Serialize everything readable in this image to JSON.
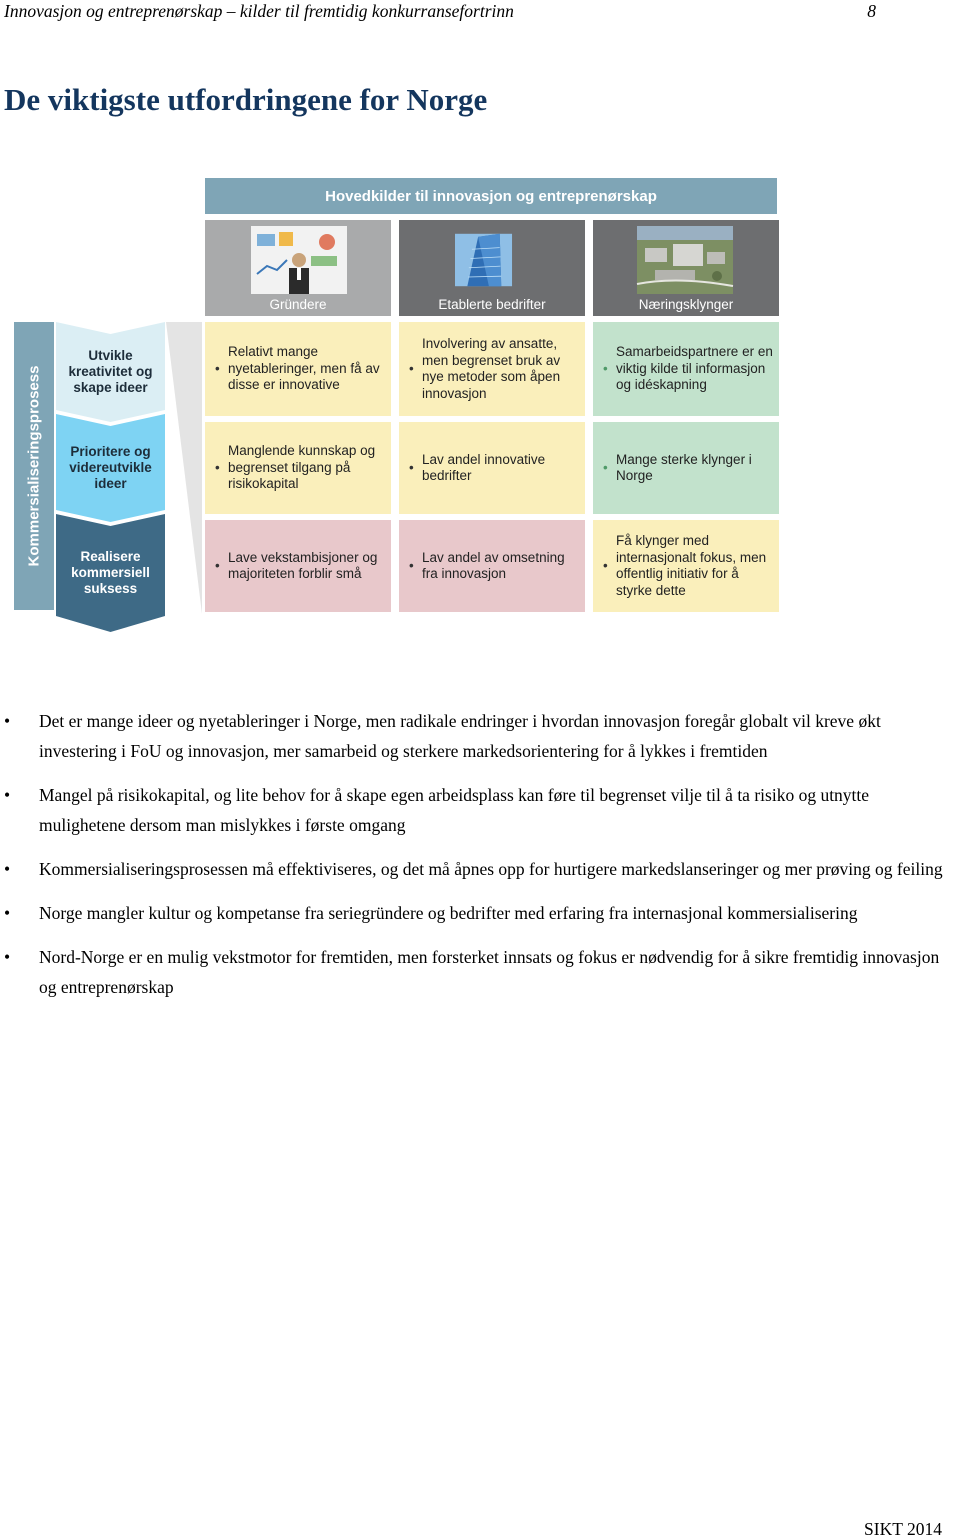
{
  "header": {
    "running_title": "Innovasjon og entreprenørskap – kilder til fremtidig konkurransefortrinn",
    "page_number": "8"
  },
  "page_title": "De viktigste utfordringene for Norge",
  "diagram": {
    "banner": "Hovedkilder til innovasjon og entreprenørskap",
    "process_label": "Kommersialiseringsprosess",
    "stages": [
      "Utvikle kreativitet og skape ideer",
      "Prioritere og videreutvikle ideer",
      "Realisere kommersiell suksess"
    ],
    "sources": [
      {
        "label": "Gründere",
        "image": "entrepreneur-photo"
      },
      {
        "label": "Etablerte bedrifter",
        "image": "office-building-photo"
      },
      {
        "label": "Næringsklynger",
        "image": "industrial-cluster-aerial-photo"
      }
    ],
    "cells": [
      [
        "Relativt mange nyetableringer, men få av disse er innovative",
        "Involvering av ansatte, men begrenset bruk av nye metoder som åpen innovasjon",
        "Samarbeidspartnere er en viktig kilde til informasjon og idéskapning"
      ],
      [
        "Manglende kunnskap og begrenset tilgang på risikokapital",
        "Lav andel innovative bedrifter",
        "Mange sterke klynger i Norge"
      ],
      [
        "Lave vekstambisjoner og majoriteten forblir små",
        "Lav andel av omsetning fra innovasjon",
        "Få klynger med internasjonalt fokus, men offentlig initiativ for å styrke dette"
      ]
    ],
    "colors": {
      "yellow": "#faefbb",
      "pink": "#e8c8cb",
      "green": "#c2e2cc",
      "banner": "#7fa5b6"
    }
  },
  "bullets": [
    "Det er mange ideer og nyetableringer i Norge, men radikale endringer i hvordan innovasjon foregår globalt vil kreve økt investering i FoU og innovasjon, mer samarbeid og sterkere markedsorientering for å lykkes i fremtiden",
    "Mangel på risikokapital, og lite behov for å skape egen arbeidsplass kan føre til begrenset vilje til å ta risiko og utnytte mulighetene dersom man mislykkes i første omgang",
    "Kommersialiseringsprosessen må effektiviseres, og det må åpnes opp for hurtigere markedslanseringer og mer prøving og feiling",
    "Norge mangler kultur og kompetanse fra seriegründere og bedrifter med erfaring fra internasjonal kommersialisering",
    "Nord-Norge er en mulig vekstmotor for fremtiden, men forsterket innsats og fokus er nødvendig for å sikre fremtidig innovasjon og entreprenørskap"
  ],
  "footer": "SIKT 2014"
}
